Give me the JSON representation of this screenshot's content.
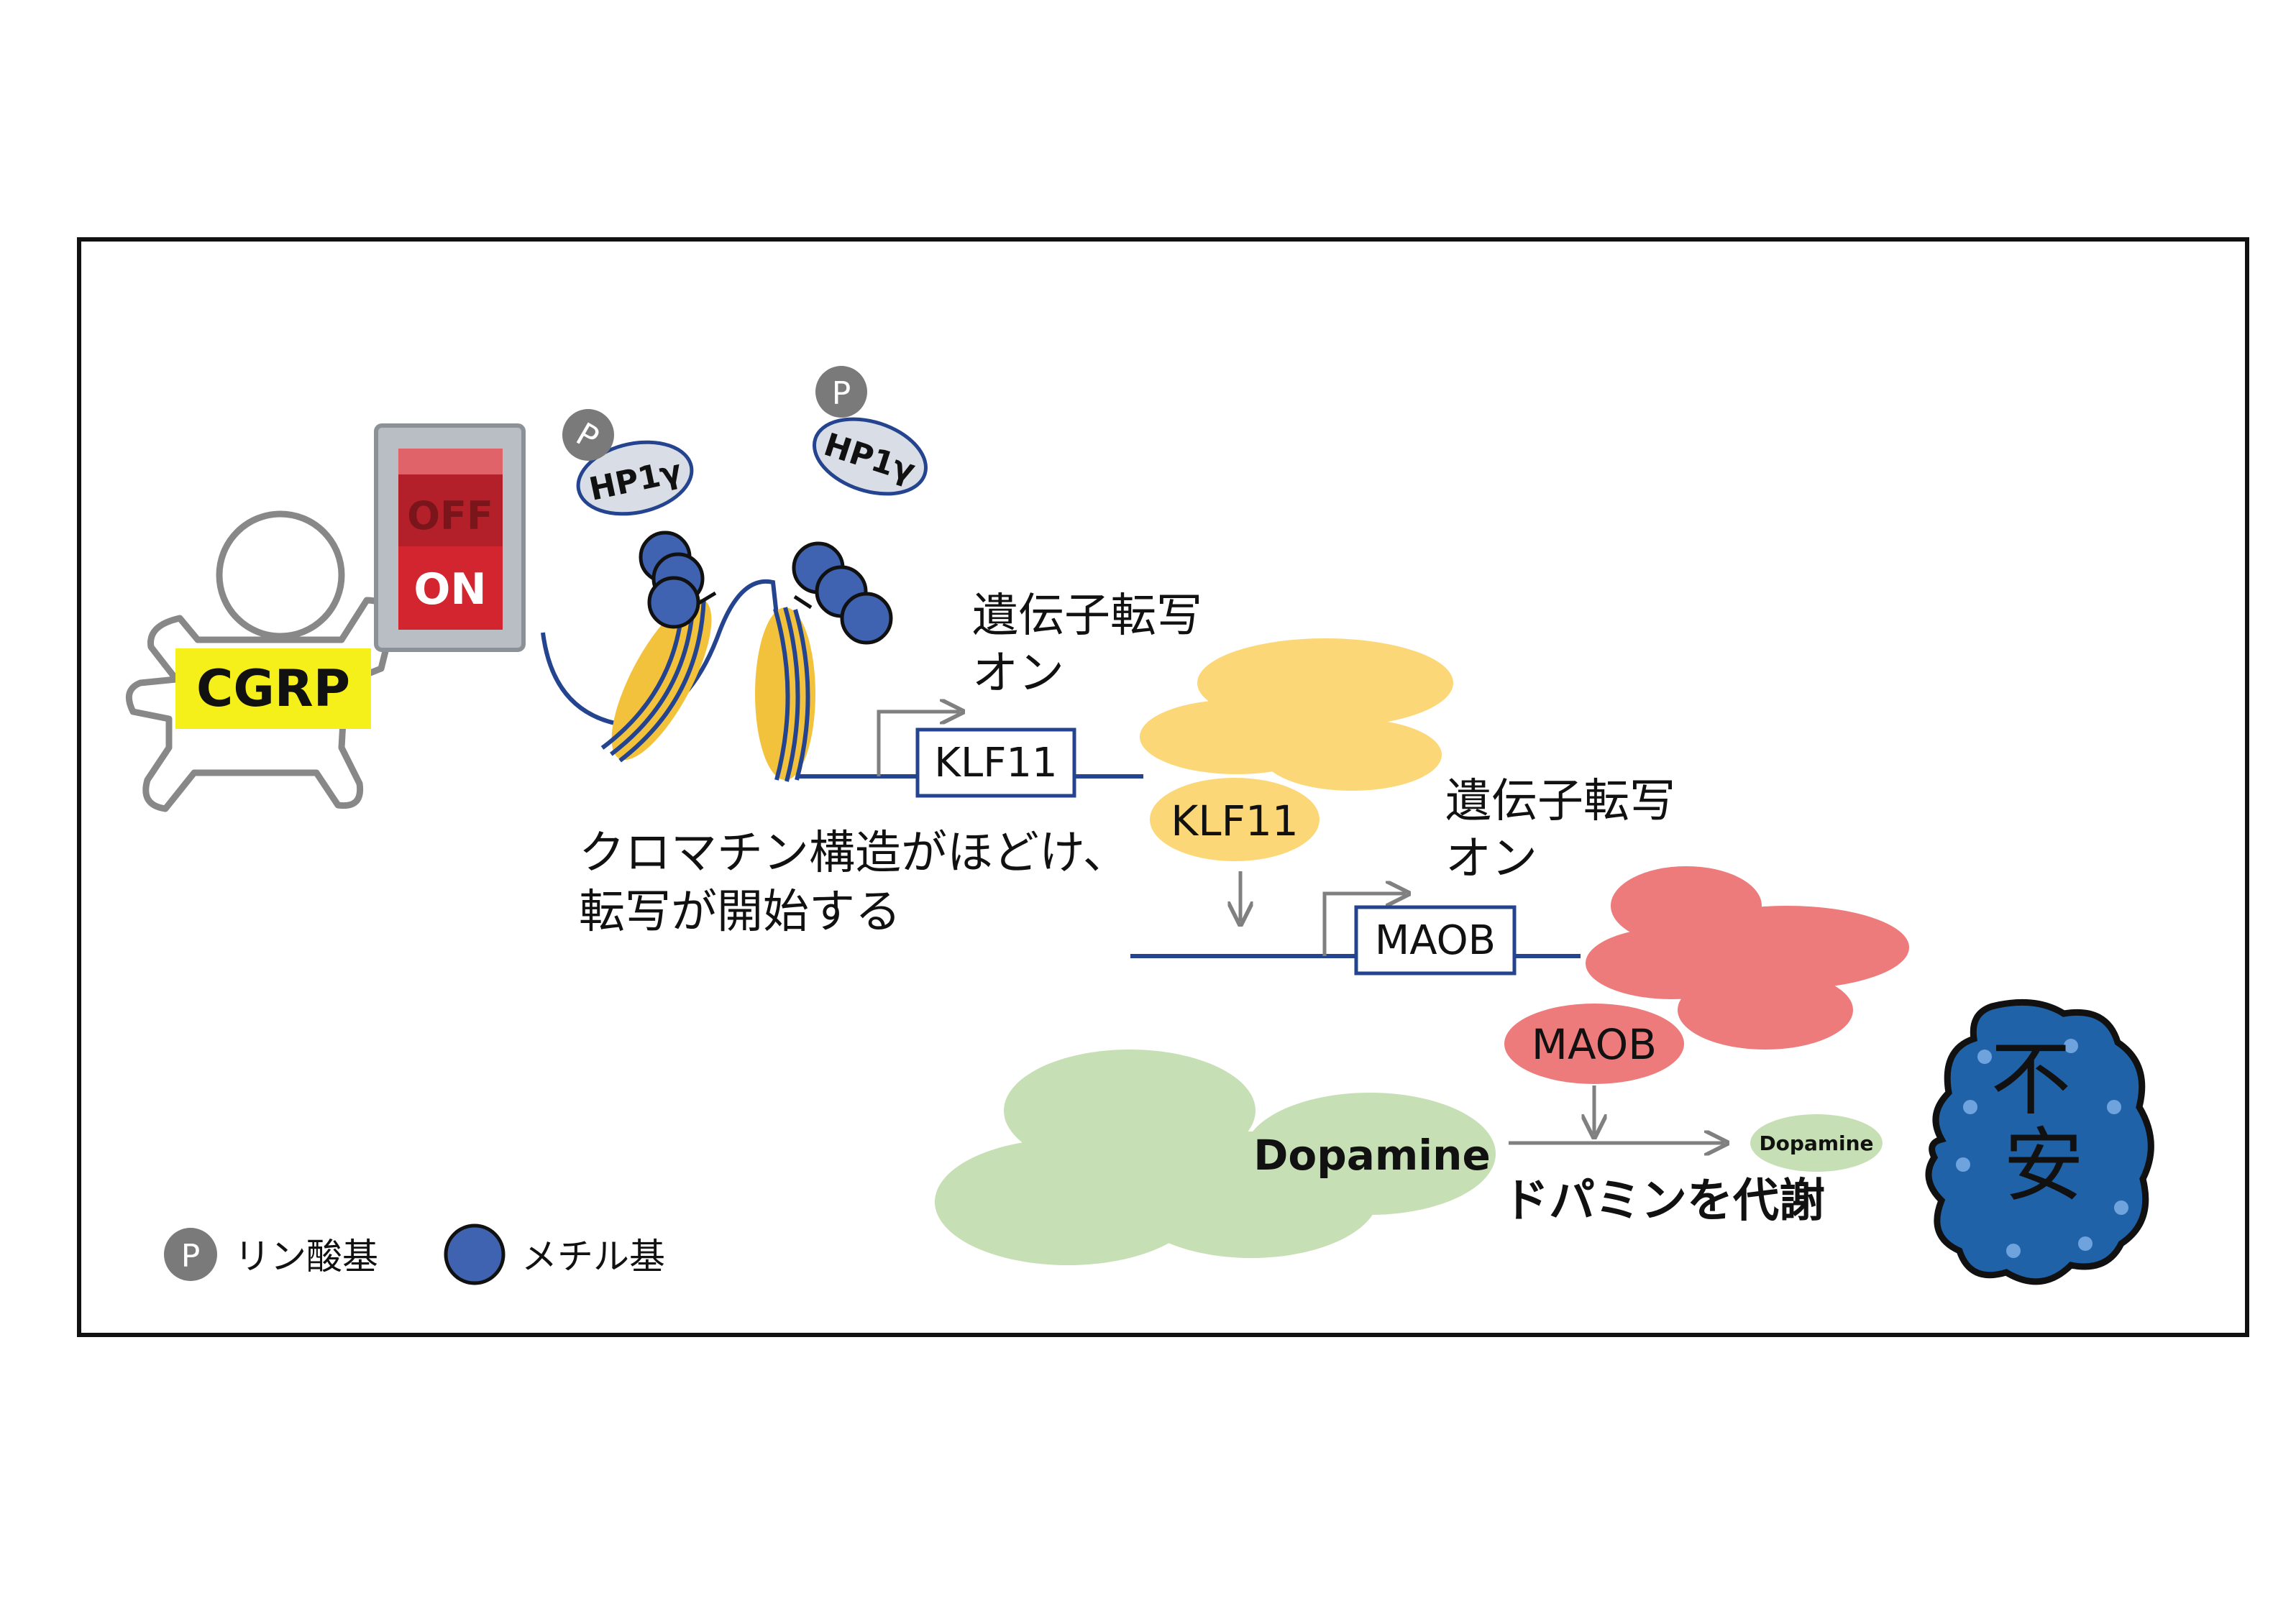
{
  "labels": {
    "cgrp": "CGRP",
    "switch_off": "OFF",
    "switch_on": "ON",
    "hp1": "HP1γ",
    "phospho": "P",
    "transcription_on": [
      "遺伝子転写",
      "オン"
    ],
    "chromatin_caption": [
      "クロマチン構造がほどけ、",
      "転写が開始する"
    ],
    "gene_klf11": "KLF11",
    "protein_klf11": "KLF11",
    "gene_maob": "MAOB",
    "protein_maob": "MAOB",
    "dopamine": "Dopamine",
    "dopamine_small": "Dopamine",
    "metabolism": "ドパミンを代謝",
    "anxiety": [
      "不",
      "安"
    ]
  },
  "legend": {
    "phosphate_label": "リン酸基",
    "methyl_label": "メチル基"
  },
  "colors": {
    "frame": "#111111",
    "cgrp_bg": "#f5ef1a",
    "switch_red": "#c8232d",
    "switch_frame": "#9aa0a6",
    "methyl_blue": "#3f63b0",
    "nucleosome_yellow": "#f3c23c",
    "dna_blue": "#24448f",
    "hp1_fill": "#d9dde6",
    "phospho_gray": "#7a7a7a",
    "klf11_orange": "#fbd777",
    "maob_red": "#ee7b7b",
    "dopamine_green": "#c6dfb4",
    "anxiety_blue": "#1f62a8",
    "arrow_gray": "#808080"
  },
  "icons": [
    "person-icon",
    "switch-icon",
    "anxiety-blob-icon"
  ]
}
